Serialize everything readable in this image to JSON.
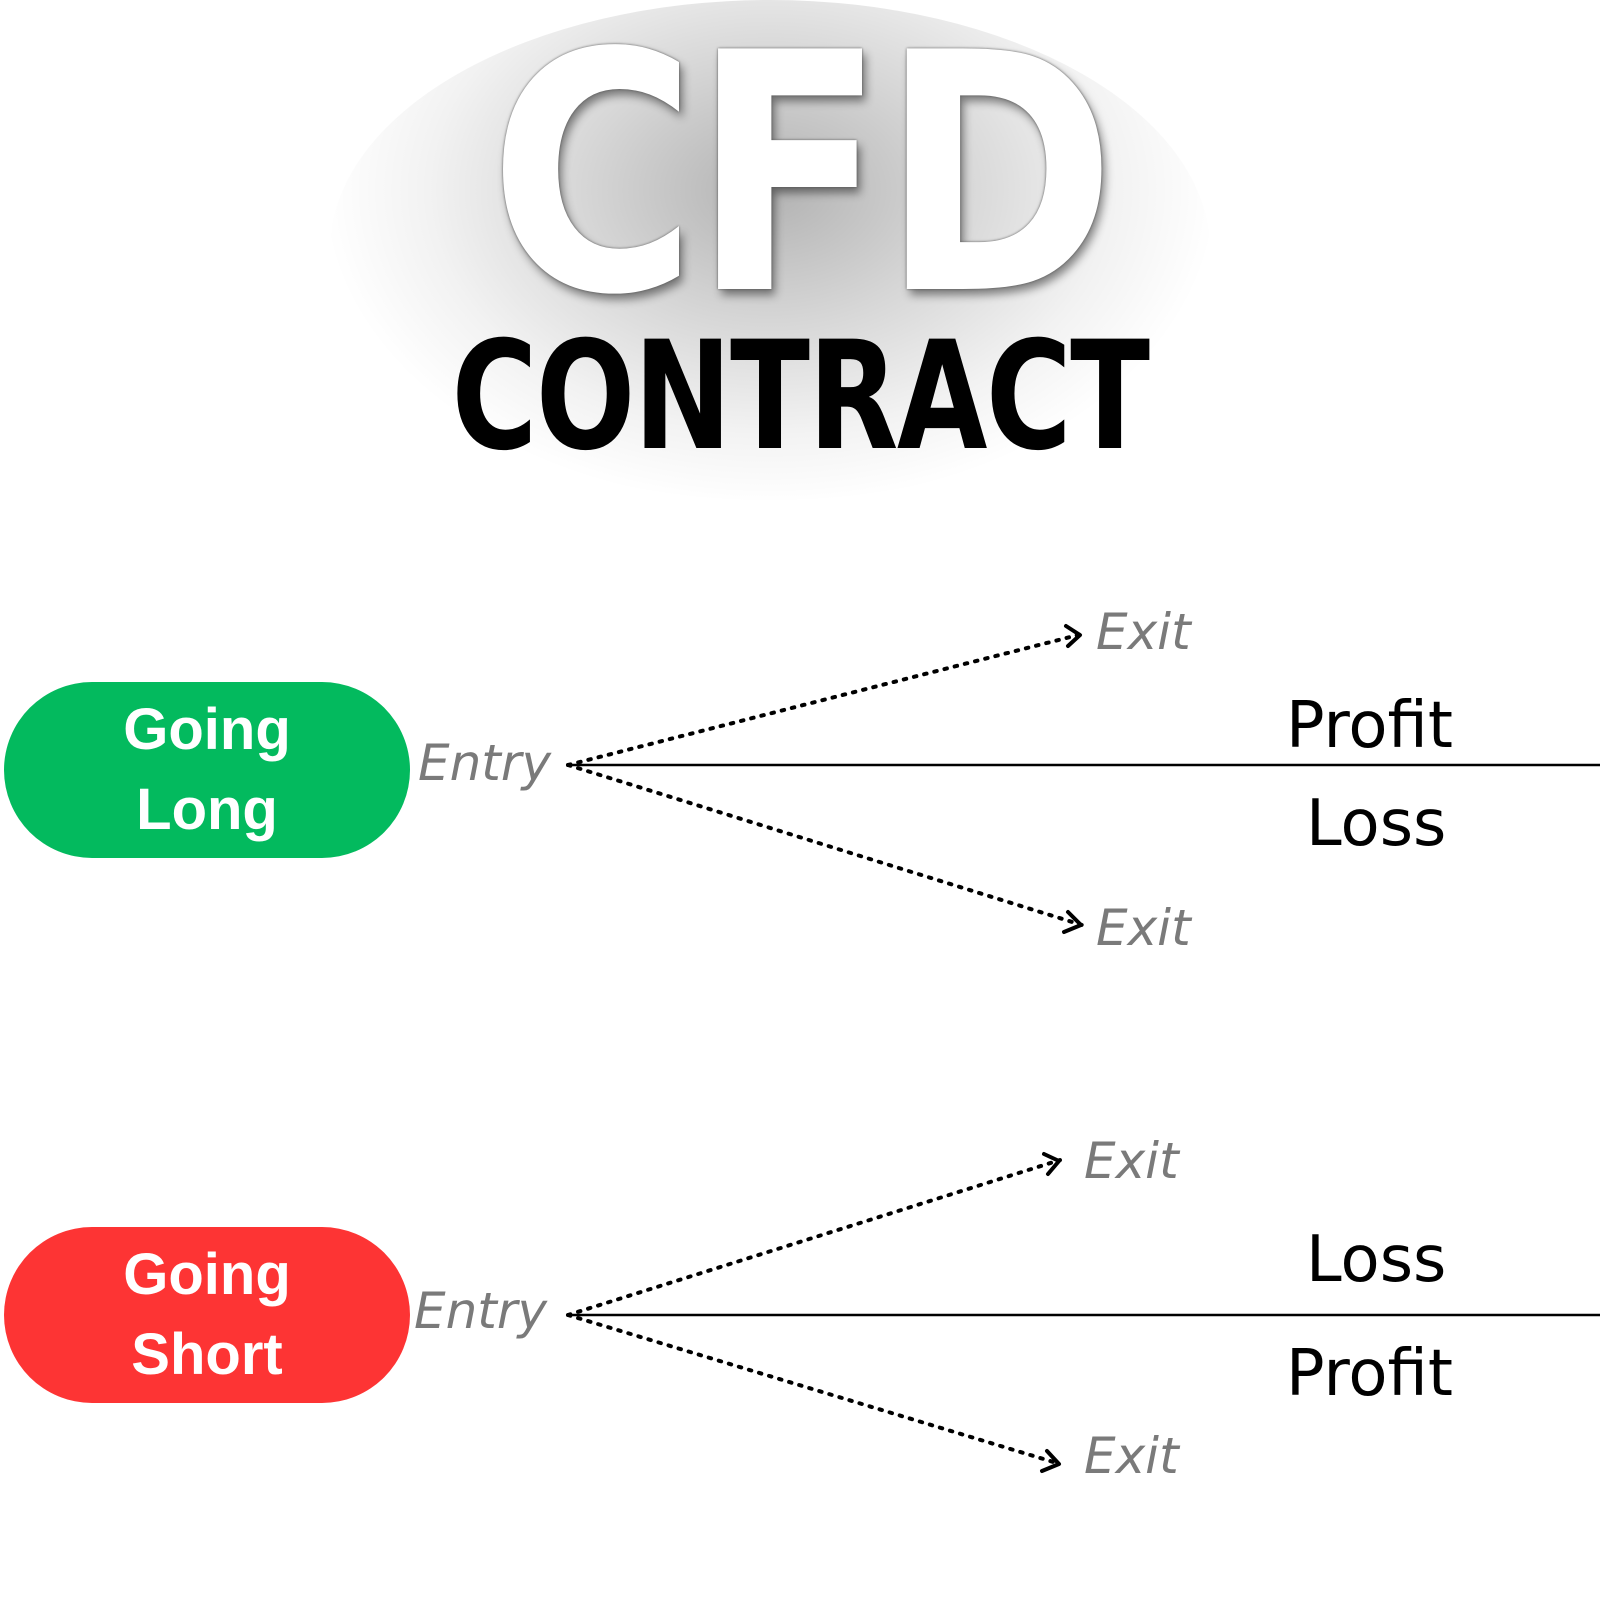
{
  "header": {
    "title": "CFD",
    "subtitle": "CONTRACT"
  },
  "colors": {
    "long": "#03ba5e",
    "short": "#fd3434",
    "label_gray": "#7a7a7a",
    "text": "#000000"
  },
  "long": {
    "label_line1": "Going",
    "label_line2": "Long",
    "entry": "Entry",
    "exit_up": "Exit",
    "exit_down": "Exit",
    "above_line": "Profit",
    "below_line": "Loss"
  },
  "short": {
    "label_line1": "Going",
    "label_line2": "Short",
    "entry": "Entry",
    "exit_up": "Exit",
    "exit_down": "Exit",
    "above_line": "Loss",
    "below_line": "Profit"
  }
}
